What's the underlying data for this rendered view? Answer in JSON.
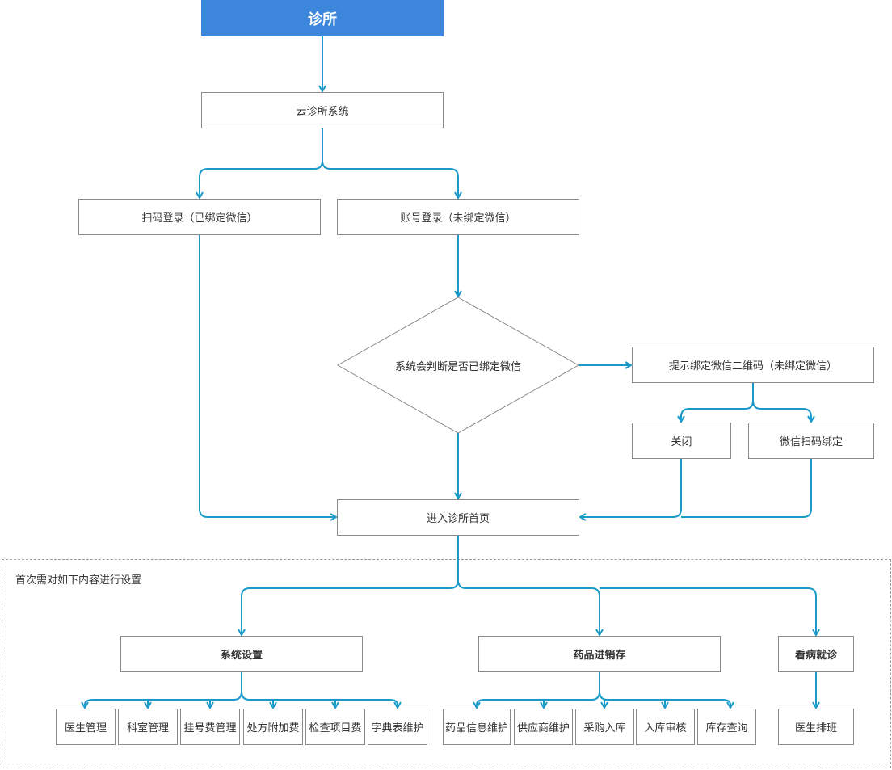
{
  "title": "诊所",
  "nodes": {
    "cloud_system": "云诊所系统",
    "scan_login": "扫码登录（已绑定微信）",
    "account_login": "账号登录（未绑定微信）",
    "decision": "系统会判断是否已绑定微信",
    "prompt_qr": "提示绑定微信二维码（未绑定微信）",
    "close": "关闭",
    "wechat_bind": "微信扫码绑定",
    "enter_home": "进入诊所首页"
  },
  "group": {
    "label": "首次需对如下内容进行设置"
  },
  "categories": {
    "system_settings": "系统设置",
    "pharmacy": "药品进销存",
    "consult": "看病就诊"
  },
  "system_items": [
    "医生管理",
    "科室管理",
    "挂号费管理",
    "处方附加费",
    "检查项目费",
    "字典表维护"
  ],
  "pharmacy_items": [
    "药品信息维护",
    "供应商维护",
    "采购入库",
    "入库审核",
    "库存查询"
  ],
  "consult_items": [
    "医生排班"
  ],
  "colors": {
    "header": "#3c87dc",
    "connector": "#1a9ac9",
    "border": "#8a8a8a"
  }
}
